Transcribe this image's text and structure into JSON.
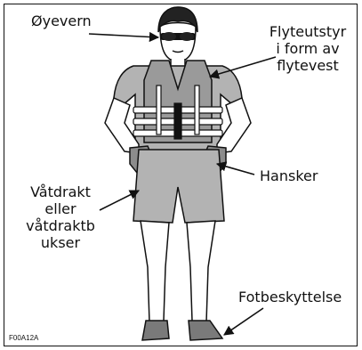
{
  "labels": {
    "eyewear": "Øyevern",
    "flotation_line1": "Flyteutstyr",
    "flotation_line2": "i form av",
    "flotation_line3": "flytevest",
    "gloves": "Hansker",
    "wetsuit_line1": "Våtdrakt",
    "wetsuit_line2": "eller",
    "wetsuit_line3": "våtdraktb",
    "wetsuit_line4": "ukser",
    "footwear": "Fotbeskyttelse"
  },
  "figure_code": "F00A12A",
  "colors": {
    "outline": "#111111",
    "vest": "#9a9a9a",
    "gray": "#b3b3b3",
    "dark": "#7a7a7a",
    "skin": "#ffffff"
  }
}
